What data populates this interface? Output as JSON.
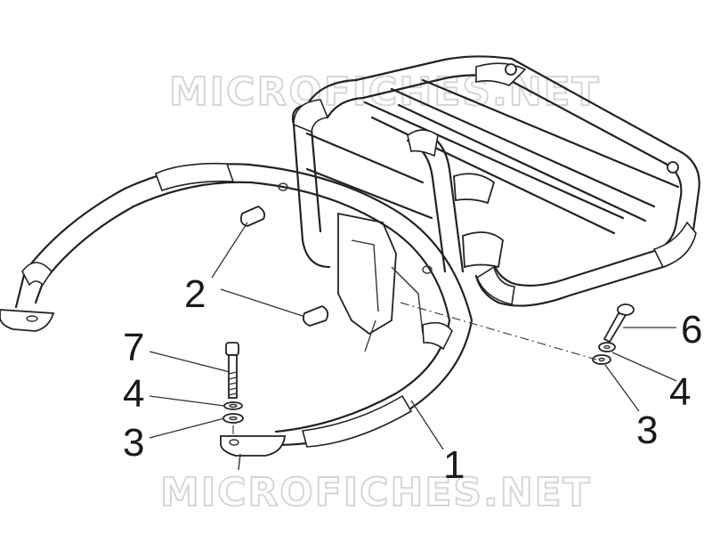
{
  "watermarks": {
    "top": "MICROFICHES.NET",
    "bottom": "MICROFICHES.NET"
  },
  "callouts": [
    {
      "id": "label-1",
      "text": "1"
    },
    {
      "id": "label-2",
      "text": "2"
    },
    {
      "id": "label-3-left",
      "text": "3"
    },
    {
      "id": "label-3-right",
      "text": "3"
    },
    {
      "id": "label-4-left",
      "text": "4"
    },
    {
      "id": "label-4-right",
      "text": "4"
    },
    {
      "id": "label-6",
      "text": "6"
    },
    {
      "id": "label-7",
      "text": "7"
    }
  ],
  "colors": {
    "line": "#222222",
    "watermark": "#d6d6d6",
    "background": "#ffffff"
  }
}
